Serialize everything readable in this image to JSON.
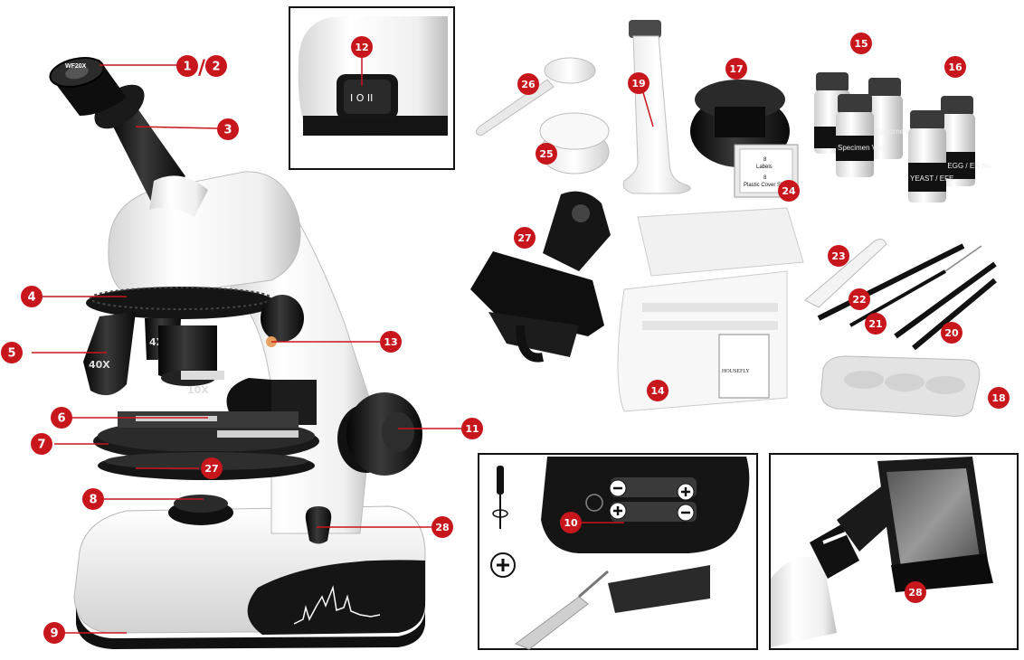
{
  "callouts": {
    "c1": "1",
    "slash": "/",
    "c2": "2",
    "c3": "3",
    "c4": "4",
    "c5": "5",
    "c6": "6",
    "c7": "7",
    "c8": "8",
    "c9": "9",
    "c10": "10",
    "c11": "11",
    "c12": "12",
    "c13": "13",
    "c14": "14",
    "c15": "15",
    "c16": "16",
    "c17": "17",
    "c18": "18",
    "c19": "19",
    "c20": "20",
    "c21": "21",
    "c22": "22",
    "c23": "23",
    "c24": "24",
    "c25": "25",
    "c26": "26",
    "c27": "27",
    "c27b": "27",
    "c28": "28",
    "c28b": "28"
  },
  "printed_text": {
    "objective_40x": "40X",
    "objective_10x": "10X",
    "objective_4x": "4X",
    "switch_marks": "I O II",
    "slide_box_brand": "HOUSEFLY",
    "vial_label_a": "Specimen Vial",
    "vial_label_b": "Specimen Vial",
    "vial_label_c": "YEAST / EFE",
    "vial_label_d": "P EGG / ER No",
    "cover_label_line1": "8",
    "cover_label_line2": "Labels",
    "cover_label_line3": "8",
    "cover_label_line4": "Plastic Cover Slips",
    "eyepiece_brand": "WF20X"
  },
  "colors": {
    "callout_red": "#c8161d",
    "callout_text": "#ffffff",
    "body_white": "#f2f2f2",
    "body_shadow": "#c9c9c9",
    "black_part": "#141414",
    "dark_part": "#2a2a2a",
    "frame_border": "#111111"
  },
  "icons": {
    "plus": "plus-circle-icon",
    "minus": "minus-circle-icon",
    "screwdriver": "screwdriver-icon"
  }
}
